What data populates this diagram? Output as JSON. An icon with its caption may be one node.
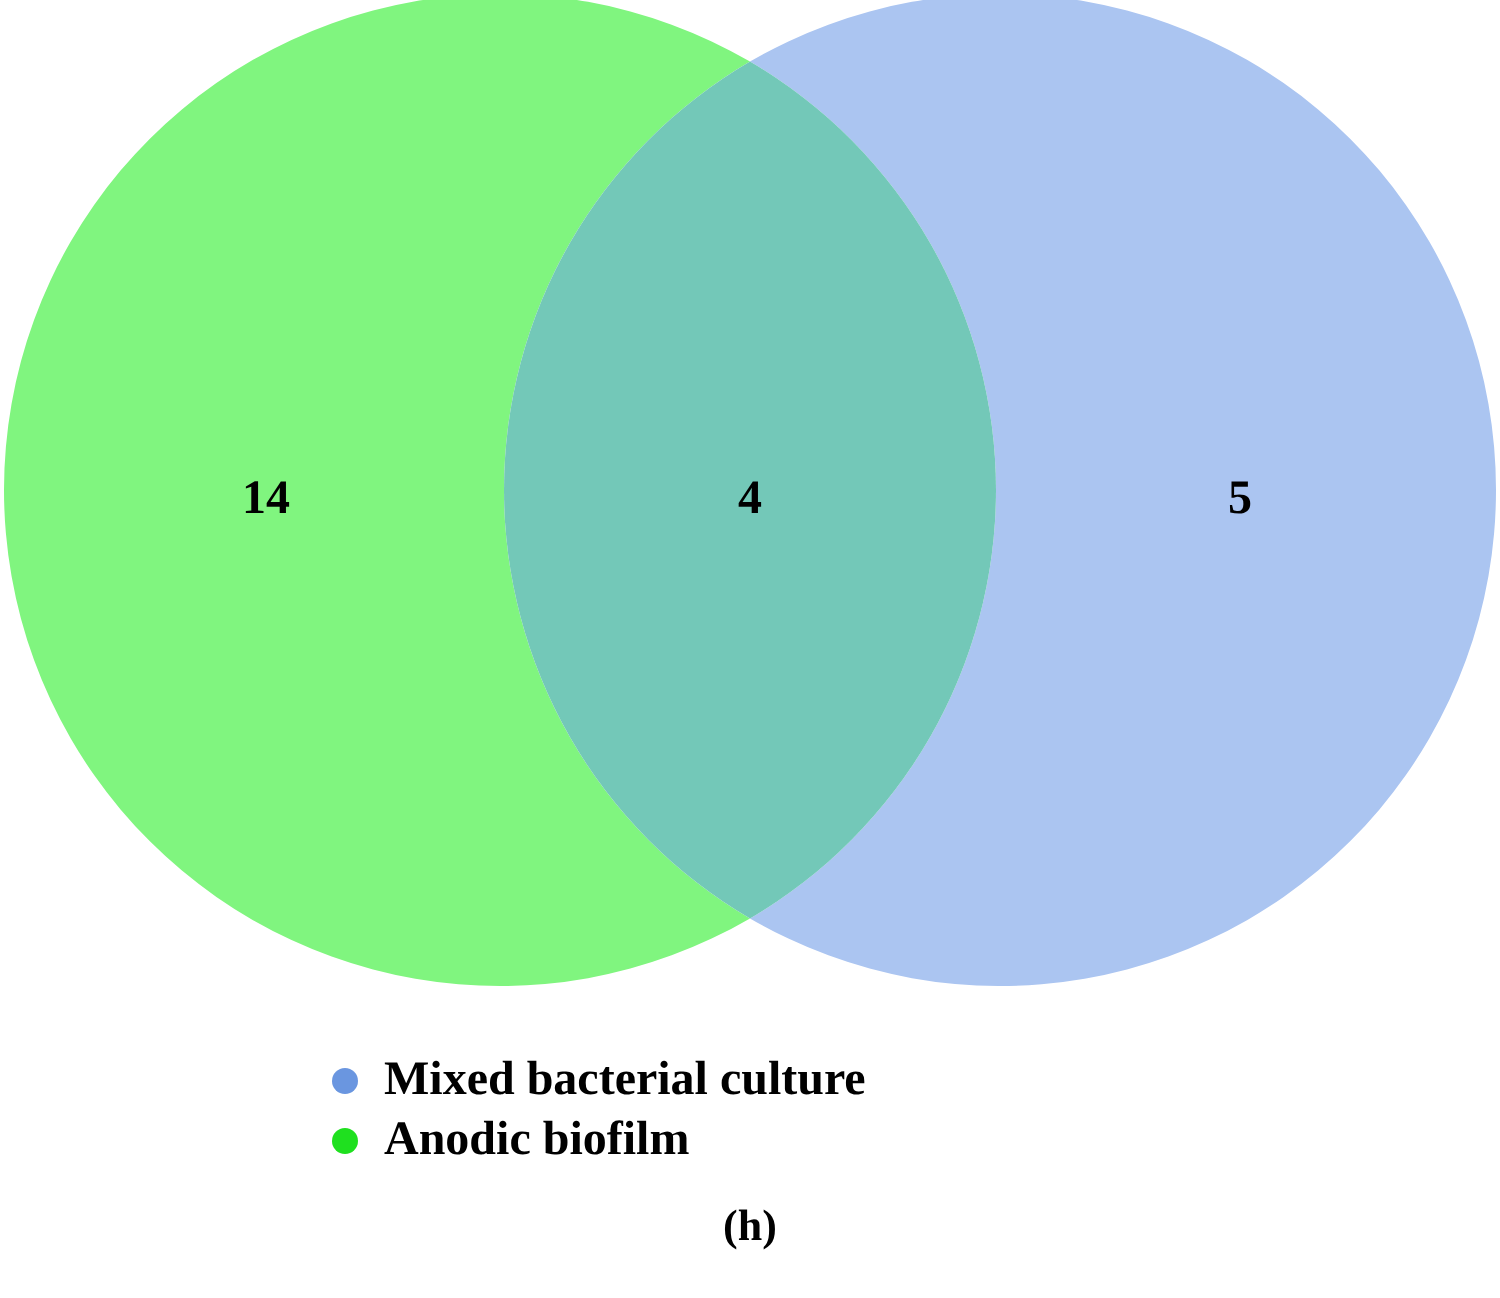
{
  "diagram": {
    "caption": "(h)",
    "nodes": [
      {
        "text": [],
        "shape": "circle"
      },
      {
        "text": [],
        "shape": "circle"
      }
    ],
    "edges": [],
    "labels": [
      "14",
      "4",
      "5"
    ],
    "legend": [
      {
        "text": "Mixed bacterial culture",
        "color": "#6a96e0"
      },
      {
        "text": "Anodic biofilm",
        "color": "#1fe01f"
      }
    ]
  }
}
